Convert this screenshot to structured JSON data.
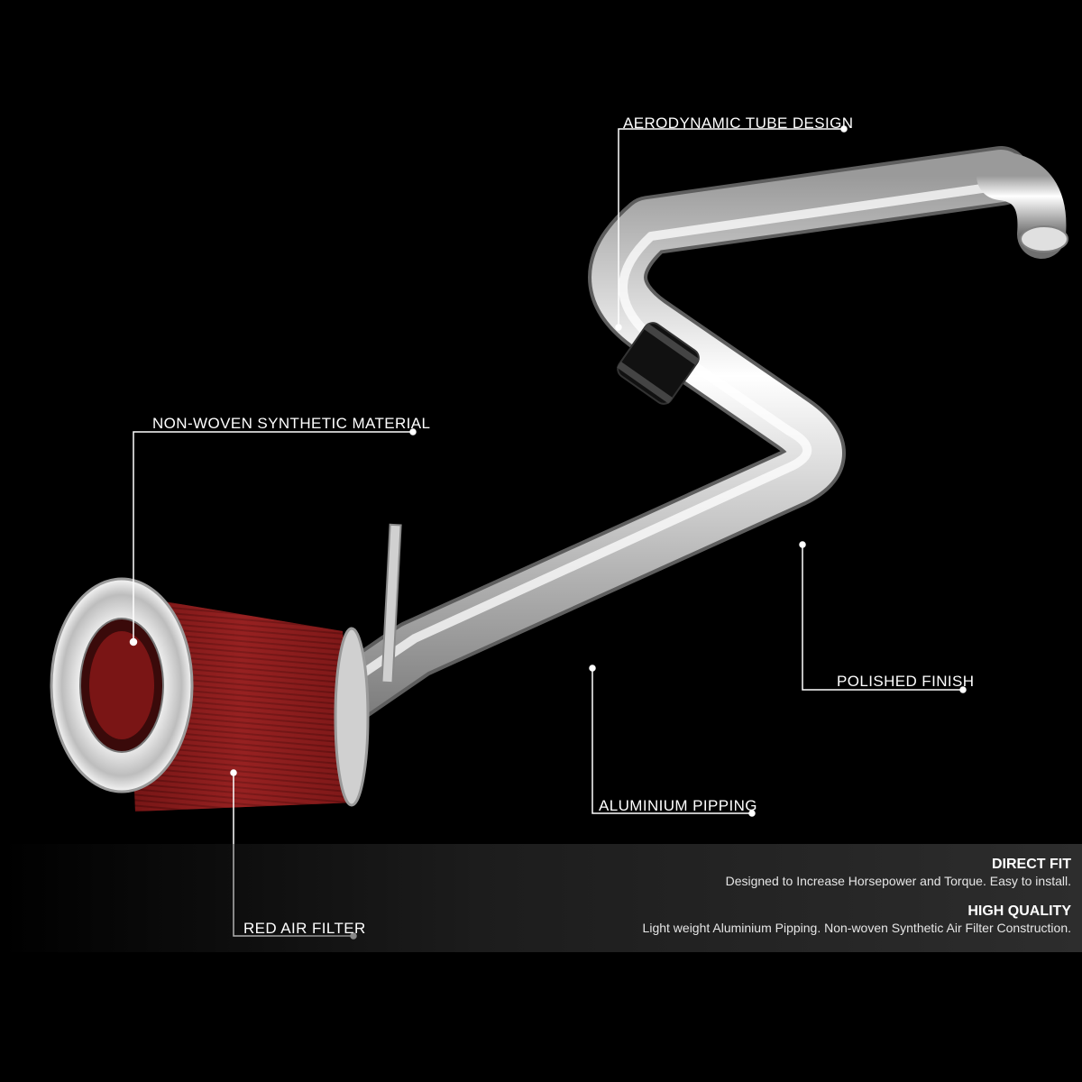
{
  "callouts": {
    "aerodynamic": "AERODYNAMIC TUBE DESIGN",
    "non_woven": "NON-WOVEN SYNTHETIC MATERIAL",
    "polished": "POLISHED FINISH",
    "aluminium": "ALUMINIUM PIPPING",
    "red_filter": "RED AIR FILTER"
  },
  "features": [
    {
      "title": "DIRECT FIT",
      "desc": "Designed to Increase Horsepower and Torque. Easy to install."
    },
    {
      "title": "HIGH QUALITY",
      "desc": "Light weight Aluminium Pipping. Non-woven Synthetic Air Filter Construction."
    }
  ],
  "colors": {
    "background": "#000000",
    "pipe": "#d9d9d9",
    "filter": "#8b1a1a",
    "line": "#ffffff"
  }
}
